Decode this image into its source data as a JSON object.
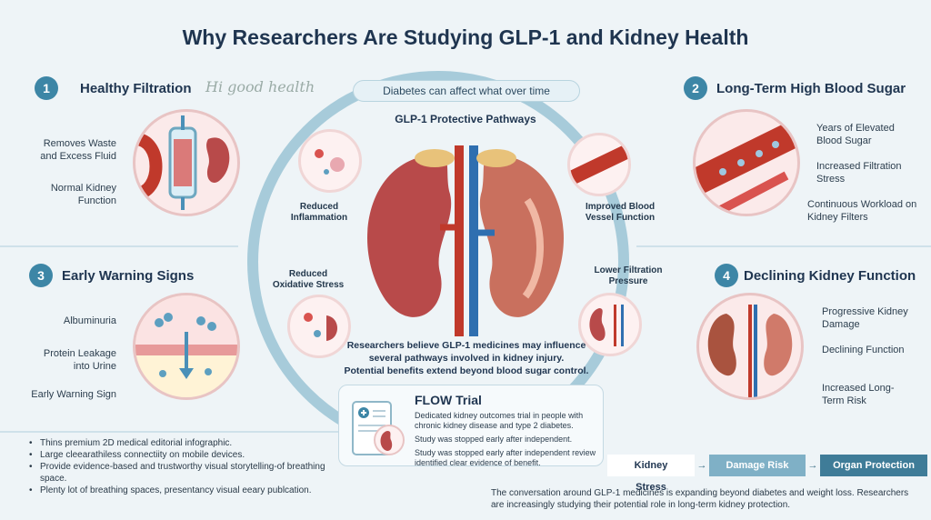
{
  "title": "Why Researchers Are Studying GLP-1 and Kidney Health",
  "logo": "Hi good health",
  "ring_label": "Diabetes can affect what over time",
  "sections": {
    "s1": {
      "num": "1",
      "title": "Healthy Filtration",
      "labels": [
        "Removes Waste and Excess Fluid",
        "Normal Kidney Function"
      ]
    },
    "s2": {
      "num": "2",
      "title": "Long-Term High Blood Sugar",
      "labels": [
        "Years of Elevated Blood Sugar",
        "Increased Filtration Stress",
        "Continuous Workload on Kidney Filters"
      ]
    },
    "s3": {
      "num": "3",
      "title": "Early Warning Signs",
      "labels": [
        "Albuminuria",
        "Protein Leakage into Urine",
        "Early Warning Sign"
      ]
    },
    "s4": {
      "num": "4",
      "title": "Declining Kidney Function",
      "labels": [
        "Progressive Kidney Damage",
        "Declining Function",
        "Increased Long-Term Risk"
      ]
    }
  },
  "center": {
    "title": "GLP-1 Protective Pathways",
    "pathways": [
      "Reduced Inflammation",
      "Improved Blood Vessel Function",
      "Reduced Oxidative Stress",
      "Lower Filtration Pressure"
    ],
    "text1": "Researchers believe GLP-1 medicines may influence several pathways involved in kidney injury.",
    "text2": "Potential benefits extend beyond blood sugar control."
  },
  "flow": {
    "title": "FLOW Trial",
    "line1": "Dedicated kidney outcomes trial in people with chronic kidney disease and type 2 diabetes.",
    "line2": "Study was stopped early after independent.",
    "line3": "Study was stopped early after independent review identified clear evidence of benefit."
  },
  "bullets": [
    "Thins premium 2D medical editorial infographic.",
    "Large cleearathiless connectiity on mobile devices.",
    "Provide evidence-based and trustworthy visual storytelling-of breathing space.",
    "Plenty lot of breathing spaces, presentancy visual eeary publcation."
  ],
  "chevrons": [
    "Kidney Stress",
    "Damage Risk",
    "Organ Protection"
  ],
  "bottom_text": "The conversation around GLP-1 medicines is expanding beyond diabetes and weight loss. Researchers are increasingly studying their potential role in long-term kidney protection.",
  "colors": {
    "accent": "#3d86a6",
    "kidney": "#b84a4a",
    "artery": "#c0392b",
    "vein": "#2f6fb0"
  }
}
